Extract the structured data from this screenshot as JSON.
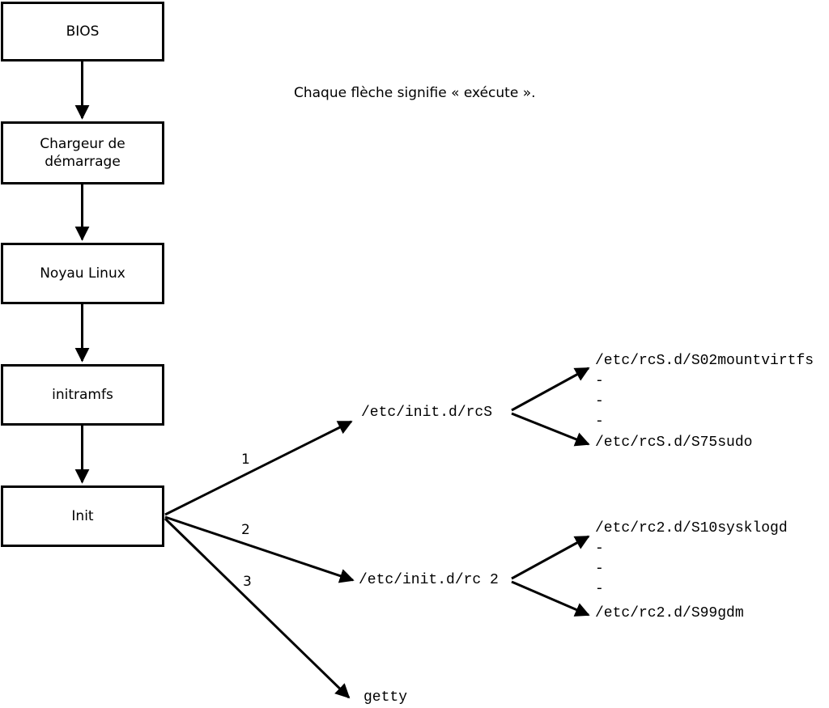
{
  "note": "Chaque flèche signifie « exécute ».",
  "boot_chain": [
    {
      "label": "BIOS"
    },
    {
      "label": "Chargeur de\ndémarrage"
    },
    {
      "label": "Noyau Linux"
    },
    {
      "label": "initramfs"
    },
    {
      "label": "Init"
    }
  ],
  "init_branches": [
    {
      "number": "1",
      "target": "/etc/init.d/rcS"
    },
    {
      "number": "2",
      "target": "/etc/init.d/rc 2"
    },
    {
      "number": "3",
      "target": "getty"
    }
  ],
  "rcS_scripts": [
    "/etc/rcS.d/S02mountvirtfs",
    "-",
    "-",
    "-",
    "/etc/rcS.d/S75sudo"
  ],
  "rc2_scripts": [
    "/etc/rc2.d/S10sysklogd",
    "-",
    "-",
    "-",
    "/etc/rc2.d/S99gdm"
  ]
}
